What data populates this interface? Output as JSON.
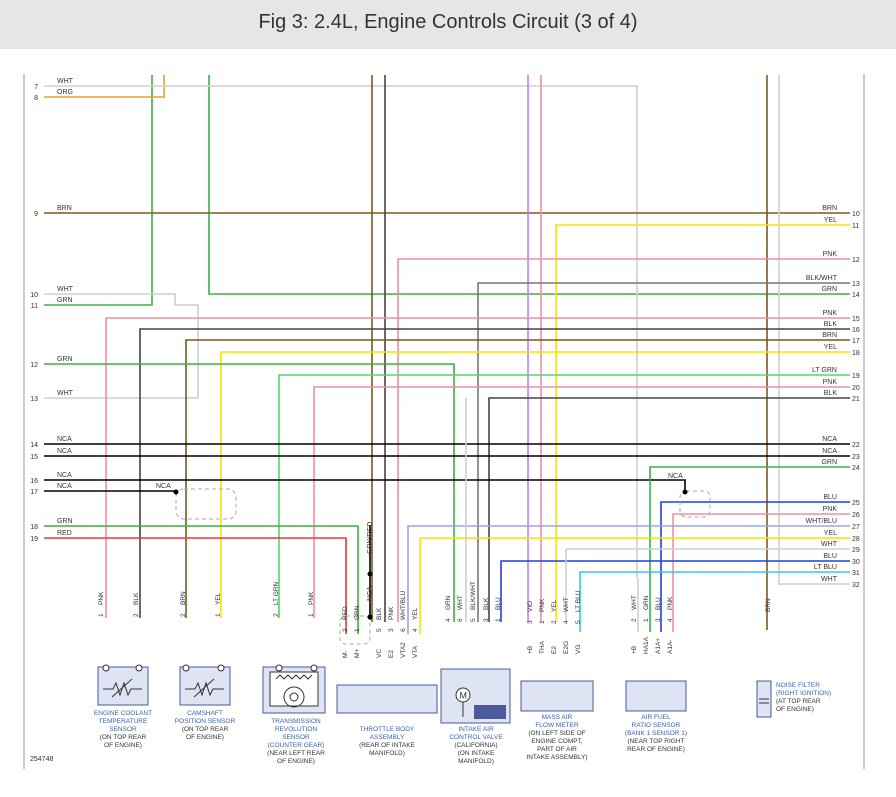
{
  "title": "Fig 3: 2.4L, Engine Controls Circuit (3 of 4)",
  "figure_id": "254748",
  "colors": {
    "WHT": "#cfcfcf",
    "ORG": "#f29a2e",
    "BRN": "#7a5c17",
    "GRN": "#3cb043",
    "PNK": "#ee8fa0",
    "BLK": "#444444",
    "YEL": "#f2e600",
    "LT GRN": "#52d66e",
    "NCA": "#000000",
    "RED": "#e53935",
    "BLU": "#1f3fe0",
    "LT BLU": "#35c8e8",
    "VIO": "#c77dff",
    "WHT/BLU": "#9aa5e6",
    "GRN/RED": "#6f8f2a",
    "BLK/WHT": "#777777",
    "LT GRN/BLK": "#52d66e",
    "box": "#dfe4f5",
    "box_stroke": "#4a5a9a",
    "label": "#3a5fb0"
  },
  "left_pins": [
    {
      "n": "7",
      "label": "WHT"
    },
    {
      "n": "8",
      "label": "ORG"
    },
    {
      "n": "9",
      "label": "BRN"
    },
    {
      "n": "10",
      "label": "WHT"
    },
    {
      "n": "11",
      "label": "GRN"
    },
    {
      "n": "12",
      "label": "GRN"
    },
    {
      "n": "13",
      "label": "WHT"
    },
    {
      "n": "14",
      "label": "NCA"
    },
    {
      "n": "15",
      "label": "NCA"
    },
    {
      "n": "16",
      "label": "NCA"
    },
    {
      "n": "17",
      "label": "NCA"
    },
    {
      "n": "18",
      "label": "GRN"
    },
    {
      "n": "19",
      "label": "RED"
    }
  ],
  "right_pins": [
    {
      "n": "10",
      "label": "BRN"
    },
    {
      "n": "11",
      "label": "YEL"
    },
    {
      "n": "12",
      "label": "PNK"
    },
    {
      "n": "13",
      "label": "BLK/WHT"
    },
    {
      "n": "14",
      "label": "GRN"
    },
    {
      "n": "15",
      "label": "PNK"
    },
    {
      "n": "16",
      "label": "BLK"
    },
    {
      "n": "17",
      "label": "BRN"
    },
    {
      "n": "18",
      "label": "YEL"
    },
    {
      "n": "19",
      "label": "LT GRN"
    },
    {
      "n": "20",
      "label": "PNK"
    },
    {
      "n": "21",
      "label": "BLK"
    },
    {
      "n": "22",
      "label": "NCA"
    },
    {
      "n": "23",
      "label": "NCA"
    },
    {
      "n": "24",
      "label": "GRN"
    },
    {
      "n": "25",
      "label": "BLU"
    },
    {
      "n": "26",
      "label": "PNK"
    },
    {
      "n": "27",
      "label": "WHT/BLU"
    },
    {
      "n": "28",
      "label": "YEL"
    },
    {
      "n": "29",
      "label": "WHT"
    },
    {
      "n": "30",
      "label": "BLU"
    },
    {
      "n": "31",
      "label": "LT BLU"
    },
    {
      "n": "32",
      "label": "WHT"
    }
  ],
  "mid_labels": {
    "nca_17": "NCA",
    "nca_24": "NCA",
    "grn_red": "GRN/RED",
    "nca_vert": "NCA"
  },
  "components": [
    {
      "name": "ENGINE COOLANT TEMPERATURE SENSOR",
      "note": "(ON TOP REAR OF ENGINE)",
      "pins": [
        "1",
        "2"
      ],
      "wires": [
        "PNK",
        "BLK"
      ]
    },
    {
      "name": "CAMSHAFT POSITION SENSOR",
      "note": "(ON TOP REAR OF ENGINE)",
      "pins": [
        "2",
        "1"
      ],
      "wires": [
        "BRN",
        "YEL"
      ]
    },
    {
      "name": "TRANSMISSION REVOLUTION SENSOR",
      "note": "(COUNTER GEAR) (NEAR LEFT REAR OF ENGINE)",
      "pins": [
        "2",
        "1"
      ],
      "wires": [
        "LT GRN",
        "PNK"
      ]
    },
    {
      "name": "THROTTLE BODY ASSEMBLY",
      "note": "(REAR OF INTAKE MANIFOLD)",
      "pins": [
        "2",
        "1",
        "5",
        "3",
        "6",
        "4"
      ],
      "wires": [
        "RED",
        "GRN",
        "BLK",
        "PNK",
        "WHT/BLU",
        "YEL"
      ],
      "terms": [
        "M-",
        "M+",
        "VC",
        "E2",
        "VTA2",
        "VTA"
      ]
    },
    {
      "name": "INTAKE AIR CONTROL VALVE",
      "note": "(CALIFORNIA) (ON INTAKE MANIFOLD)",
      "pins": [
        "4",
        "6",
        "5",
        "3",
        "1"
      ],
      "wires": [
        "GRN",
        "WHT",
        "BLK/WHT",
        "BLK",
        "BLU"
      ]
    },
    {
      "name": "MASS AIR FLOW METER",
      "note": "(ON LEFT SIDE OF ENGINE COMPT, PART OF AIR INTAKE ASSEMBLY)",
      "pins": [
        "3",
        "1",
        "2",
        "4",
        "5"
      ],
      "wires": [
        "VIO",
        "PNK",
        "YEL",
        "WHT",
        "LT BLU"
      ],
      "terms": [
        "+B",
        "THA",
        "E2",
        "E2G",
        "VG"
      ]
    },
    {
      "name": "AIR FUEL RATIO SENSOR",
      "note": "(BANK 1 SENSOR 1) (NEAR TOP RIGHT REAR OF ENGINE)",
      "pins": [
        "2",
        "1",
        "3",
        "4"
      ],
      "wires": [
        "WHT",
        "GRN",
        "BLU",
        "PNK"
      ],
      "terms": [
        "+B",
        "HA1A",
        "A1A+",
        "A1A-"
      ]
    },
    {
      "name": "NOISE FILTER",
      "note": "(RIGHT IGNITION) (AT TOP REAR OF ENGINE)",
      "pins": [],
      "wires": [
        "BRN"
      ]
    }
  ],
  "labels": {
    "ect1": "ENGINE COOLANT",
    "ect2": "TEMPERATURE",
    "ect3": "SENSOR",
    "ect4": "(ON TOP REAR",
    "ect5": "OF ENGINE)",
    "cmp1": "CAMSHAFT",
    "cmp2": "POSITION SENSOR",
    "cmp3": "(ON TOP REAR",
    "cmp4": "OF ENGINE)",
    "trs1": "TRANSMISSION",
    "trs2": "REVOLUTION",
    "trs3": "SENSOR",
    "trs4": "(COUNTER GEAR)",
    "trs5": "(NEAR LEFT REAR",
    "trs6": "OF ENGINE)",
    "tba1": "THROTTLE BODY",
    "tba2": "ASSEMBLY",
    "tba3": "(REAR OF INTAKE",
    "tba4": "MANIFOLD)",
    "iac1": "INTAKE AIR",
    "iac2": "CONTROL VALVE",
    "iac3": "(CALIFORNIA)",
    "iac4": "(ON INTAKE",
    "iac5": "MANIFOLD)",
    "maf1": "MASS AIR",
    "maf2": "FLOW METER",
    "maf3": "(ON LEFT SIDE OF",
    "maf4": "ENGINE COMPT,",
    "maf5": "PART OF AIR",
    "maf6": "INTAKE ASSEMBLY)",
    "afr1": "AIR FUEL",
    "afr2": "RATIO SENSOR",
    "afr3": "(BANK 1 SENSOR 1)",
    "afr4": "(NEAR TOP RIGHT",
    "afr5": "REAR OF ENGINE)",
    "nf1": "NOISE FILTER",
    "nf2": "(RIGHT IGNITION)",
    "nf3": "(AT TOP REAR",
    "nf4": "OF ENGINE)"
  }
}
